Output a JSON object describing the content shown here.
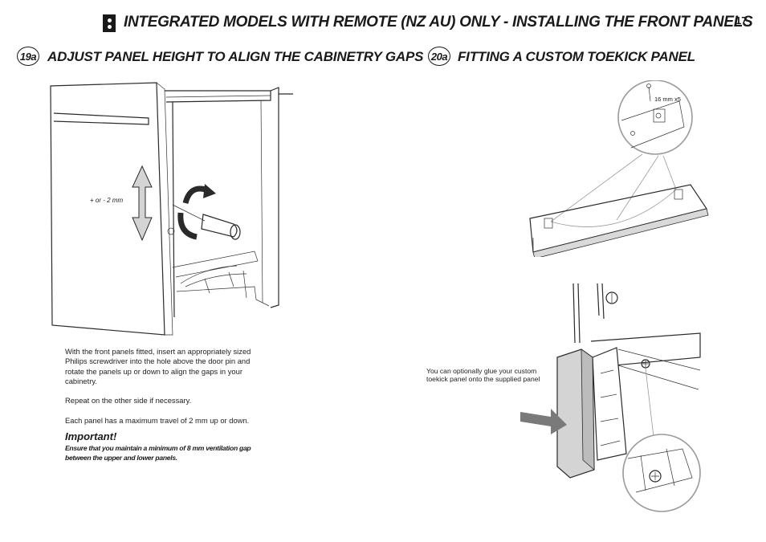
{
  "header": {
    "title": "INTEGRATED MODELS WITH REMOTE (NZ AU) ONLY - INSTALLING THE FRONT PANELS",
    "page_number": "17",
    "section_icon": "drawer-dots-icon"
  },
  "step_19a": {
    "badge": "19a",
    "heading": "ADJUST PANEL HEIGHT TO ALIGN THE CABINETRY GAPS",
    "figure_label": "+ or - 2 mm",
    "paragraphs": [
      "With the front panels fitted, insert an appropriately sized Philips screwdriver into the hole above the door pin and rotate the panels up or down to align the gaps in your cabinetry.",
      "Repeat on the other side if necessary.",
      "Each panel has a maximum travel of 2 mm up or down."
    ],
    "important_title": "Important!",
    "important_text": "Ensure that you maintain a minimum of 8 mm ventilation gap between the upper and lower panels."
  },
  "step_20a": {
    "badge": "20a",
    "heading": "FITTING A CUSTOM TOEKICK PANEL",
    "screw_label": "16 mm x5",
    "glue_note": "You can optionally glue your custom toekick panel onto the supplied panel"
  },
  "colors": {
    "text": "#1a1a1a",
    "line_art": "#2a2a2a",
    "callout_grey": "#9a9a9a",
    "panel_grey": "#d4d4d4",
    "arrow_grey": "#7a7a7a"
  }
}
